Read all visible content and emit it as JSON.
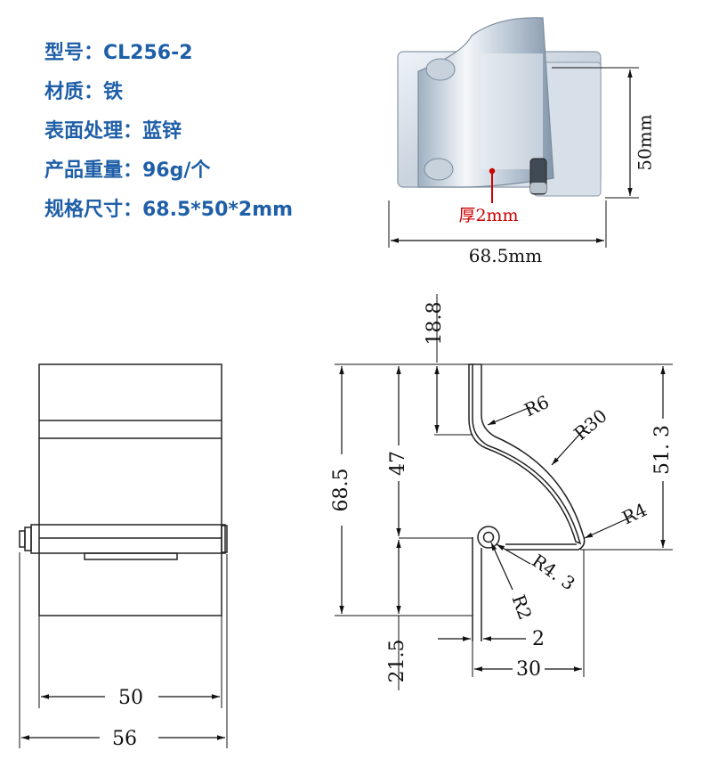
{
  "specs": {
    "model": "型号：CL256-2",
    "material": "材质：铁",
    "surface": "表面处理：蓝锌",
    "weight": "产品重量：96g/个",
    "size": "规格尺寸：68.5*50*2mm"
  },
  "photo": {
    "height_label": "50mm",
    "width_label": "68.5mm",
    "thickness_label": "厚2mm",
    "accent_color": "#cc0000"
  },
  "front_view": {
    "inner_width": "50",
    "overall_width": "56"
  },
  "side_view": {
    "top_offset": "18.8",
    "overall_height": "68.5",
    "upper_height": "47",
    "lower_height": "21.5",
    "right_height": "51. 3",
    "radius_top": "R6",
    "radius_arc": "R30",
    "radius_bottom": "R4",
    "radius_pin": "R4. 3",
    "radius_hole": "R2",
    "thickness": "2",
    "depth": "30"
  }
}
